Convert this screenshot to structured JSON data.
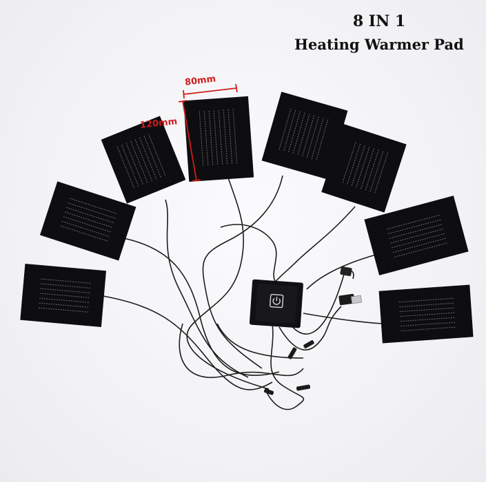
{
  "title": {
    "line1": "8 IN 1",
    "line2": "Heating Warmer Pad"
  },
  "dimensions": {
    "width_label": "80mm",
    "height_label": "120mm",
    "color": "#d01c1c"
  },
  "product": {
    "pad_count": 8,
    "pad_color": "#0c0c0e",
    "controller_icon": "power-icon"
  }
}
